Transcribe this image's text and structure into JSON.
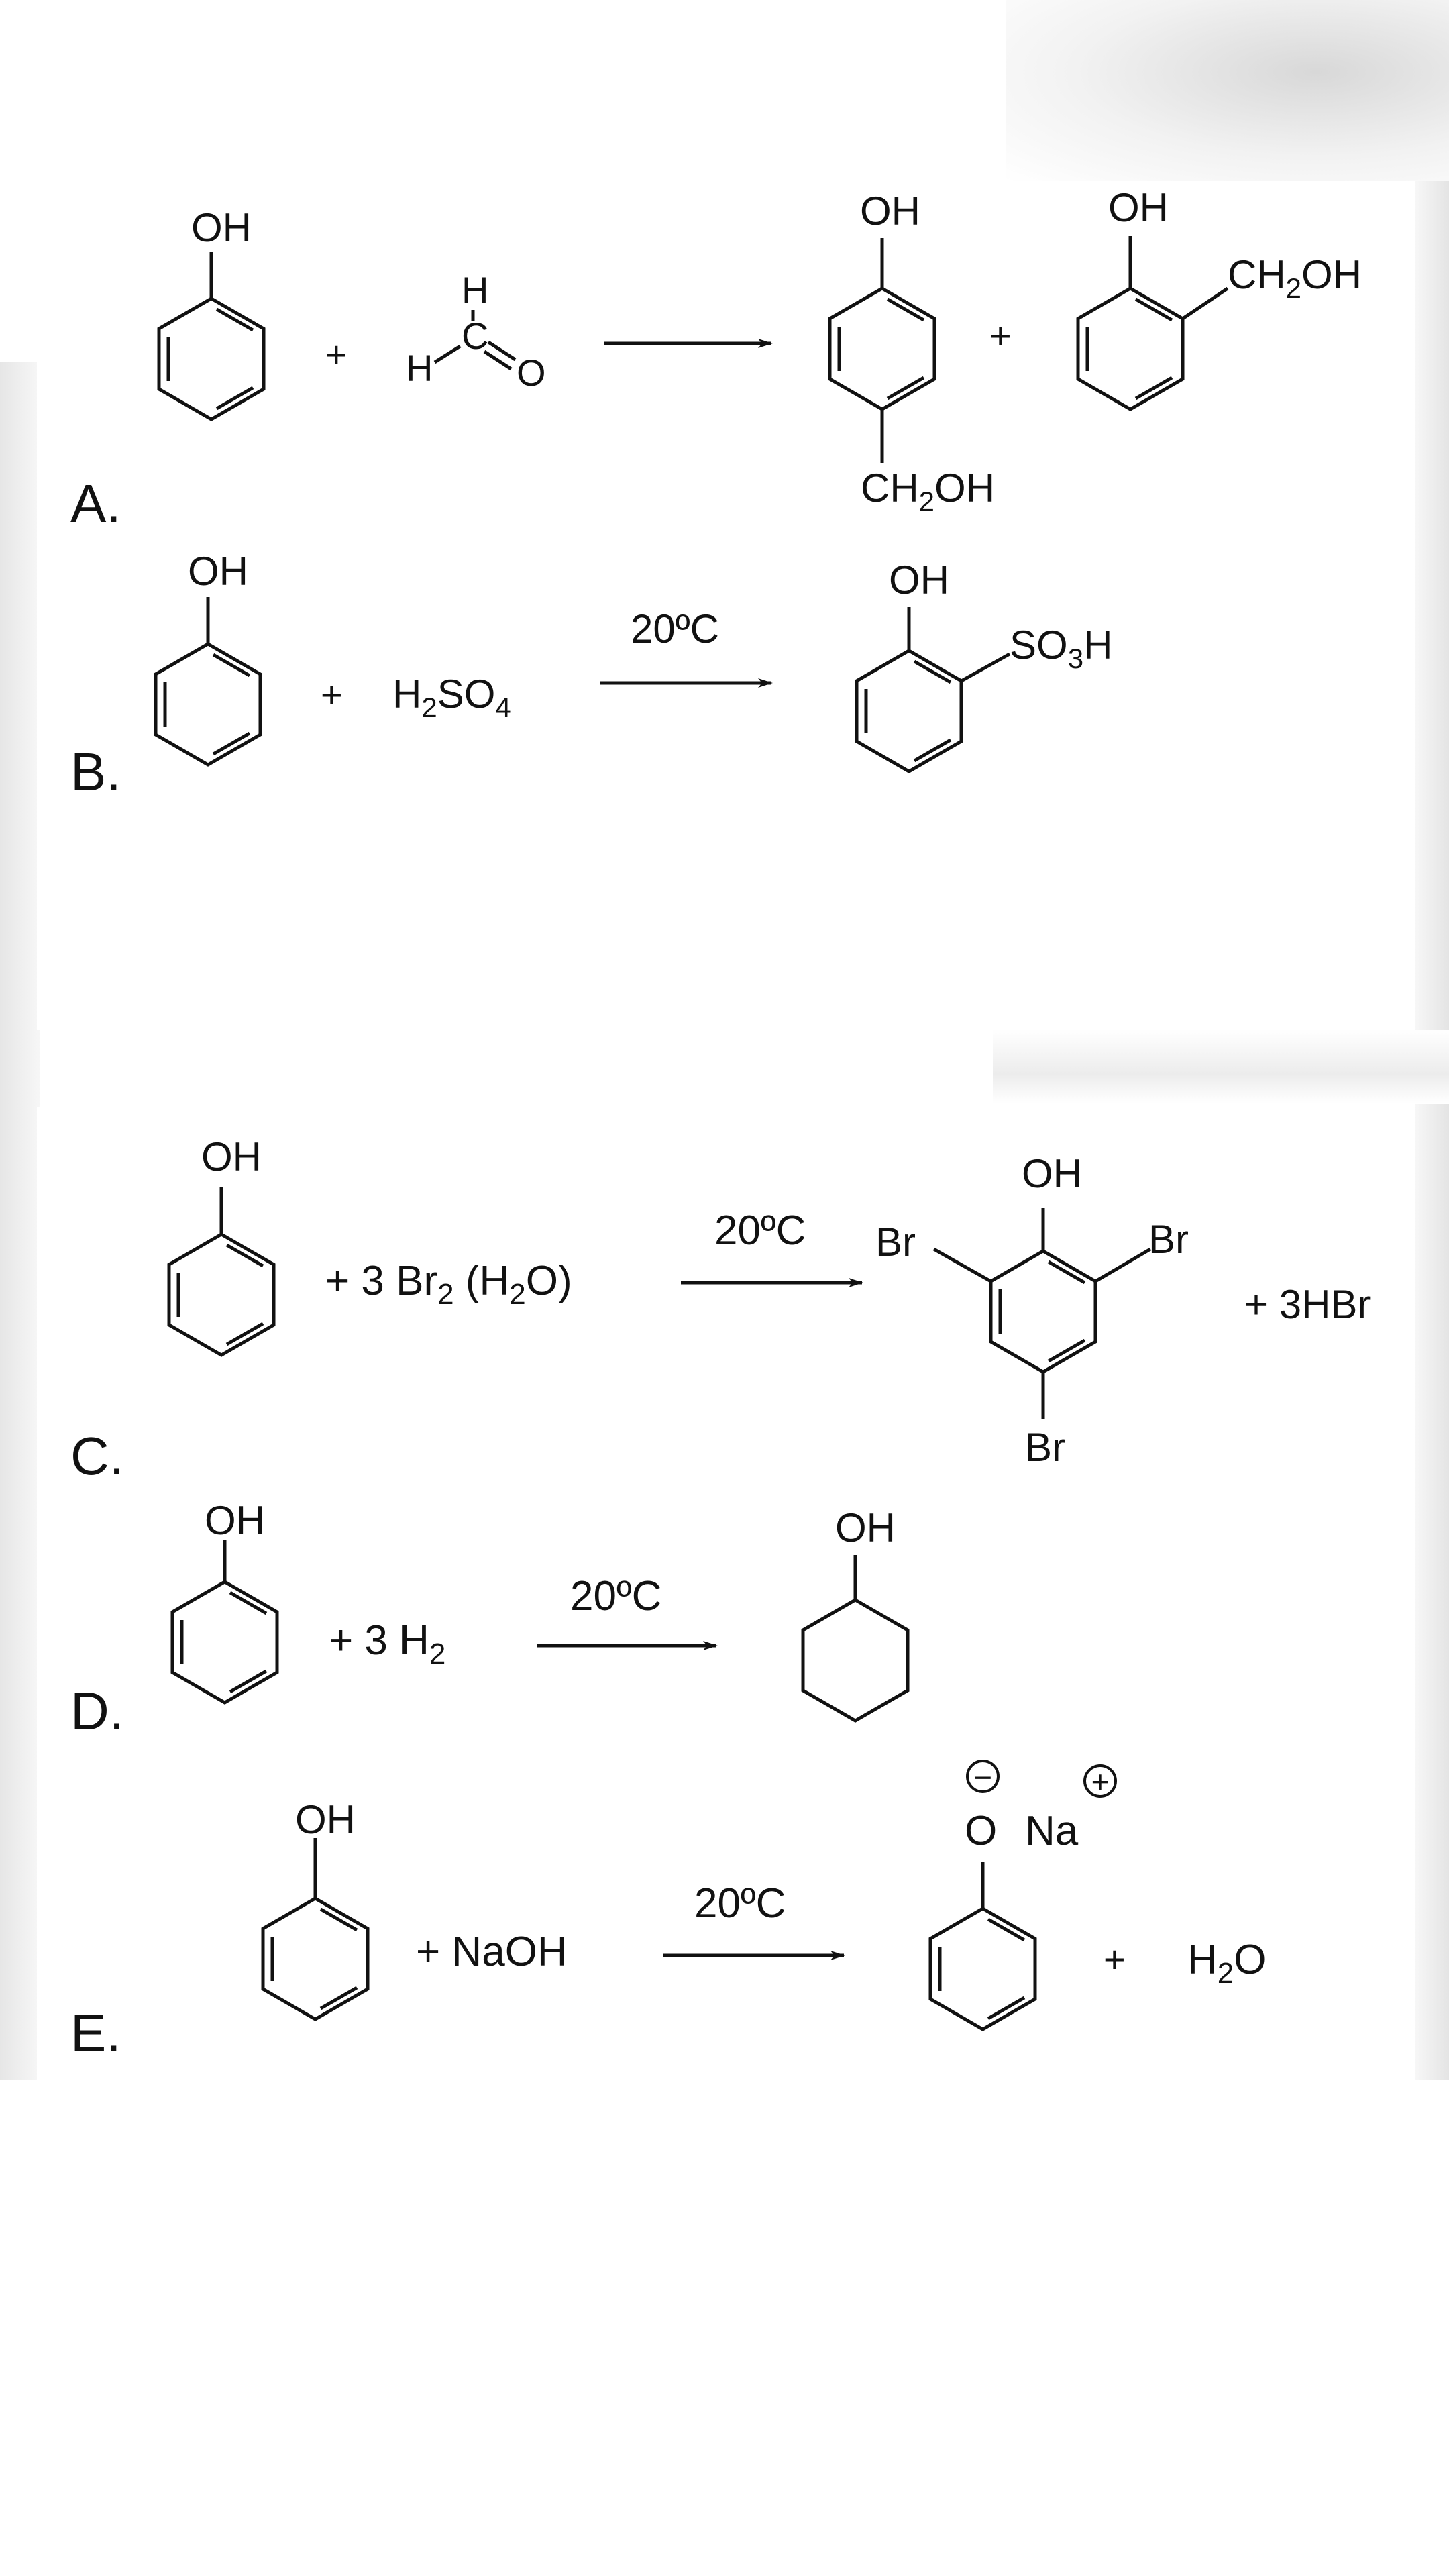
{
  "colors": {
    "ink": "#111111",
    "panel": "#ffffff",
    "shade": "#ececec"
  },
  "reactions": [
    {
      "letter": "A.",
      "substituent_phenol": "OH",
      "plus1": "+",
      "formaldehyde": {
        "h_top": "H",
        "c": "C",
        "h_left": "H",
        "o": "O"
      },
      "product1": {
        "oh": "OH",
        "ch2": "CH",
        "sub2": "2",
        "oh_tail": "OH"
      },
      "plus2": "+",
      "product2": {
        "oh": "OH",
        "ch2": "CH",
        "sub2": "2",
        "oh_tail": "OH"
      }
    },
    {
      "letter": "B.",
      "substituent_phenol": "OH",
      "plus": "+",
      "reagent": {
        "h": "H",
        "sub2": "2",
        "so": "SO",
        "sub4": "4"
      },
      "condition": "20ºC",
      "product": {
        "oh": "OH",
        "so": "SO",
        "sub3": "3",
        "h": "H"
      }
    },
    {
      "letter": "C.",
      "substituent_phenol": "OH",
      "reagent": {
        "pre": "+ 3 Br",
        "sub2": "2",
        "mid": " (H",
        "sub2b": "2",
        "post": "O)"
      },
      "condition": "20ºC",
      "product": {
        "oh": "OH",
        "br_left": "Br",
        "br_right": "Br",
        "br_bottom": "Br"
      },
      "byproduct": "+ 3HBr"
    },
    {
      "letter": "D.",
      "substituent_phenol": "OH",
      "reagent": {
        "pre": "+ 3 H",
        "sub2": "2"
      },
      "condition": "20ºC",
      "product": {
        "oh": "OH"
      }
    },
    {
      "letter": "E.",
      "substituent_phenol": "OH",
      "reagent": "+ NaOH",
      "condition": "20ºC",
      "product": {
        "o": "O",
        "na": "Na",
        "minus": "−",
        "plusc": "+"
      },
      "plus": "+",
      "water": {
        "h": "H",
        "sub2": "2",
        "o": "O"
      }
    }
  ]
}
